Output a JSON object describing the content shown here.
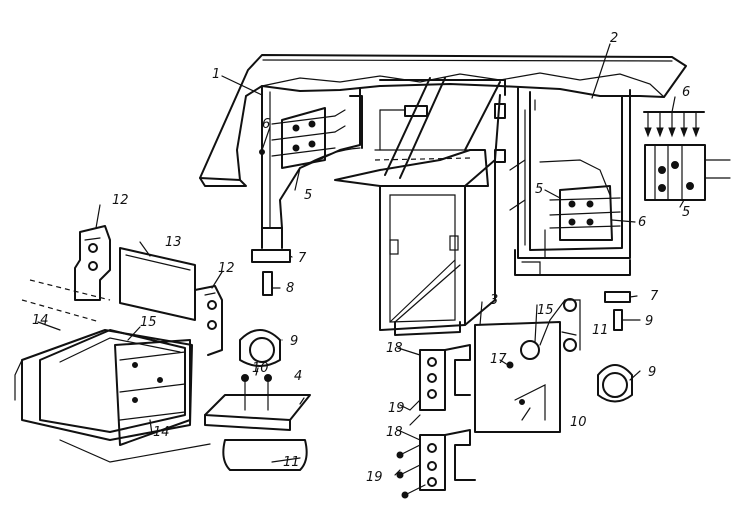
{
  "callouts": [
    {
      "id": "c1",
      "text": "1"
    },
    {
      "id": "c2",
      "text": "2"
    },
    {
      "id": "c3",
      "text": "3"
    },
    {
      "id": "c4",
      "text": "4"
    },
    {
      "id": "c5a",
      "text": "5"
    },
    {
      "id": "c5b",
      "text": "5"
    },
    {
      "id": "c5c",
      "text": "5"
    },
    {
      "id": "c6a",
      "text": "6"
    },
    {
      "id": "c6b",
      "text": "6"
    },
    {
      "id": "c6c",
      "text": "6"
    },
    {
      "id": "c7a",
      "text": "7"
    },
    {
      "id": "c7b",
      "text": "7"
    },
    {
      "id": "c8",
      "text": "8"
    },
    {
      "id": "c9a",
      "text": "9"
    },
    {
      "id": "c9b",
      "text": "9"
    },
    {
      "id": "c9c",
      "text": "9"
    },
    {
      "id": "c10a",
      "text": "10"
    },
    {
      "id": "c10b",
      "text": "10"
    },
    {
      "id": "c11a",
      "text": "11"
    },
    {
      "id": "c11b",
      "text": "11"
    },
    {
      "id": "c12a",
      "text": "12"
    },
    {
      "id": "c12b",
      "text": "12"
    },
    {
      "id": "c13",
      "text": "13"
    },
    {
      "id": "c14a",
      "text": "14"
    },
    {
      "id": "c14b",
      "text": "14"
    },
    {
      "id": "c15a",
      "text": "15"
    },
    {
      "id": "c15b",
      "text": "15"
    },
    {
      "id": "c17",
      "text": "17"
    },
    {
      "id": "c18a",
      "text": "18"
    },
    {
      "id": "c18b",
      "text": "18"
    },
    {
      "id": "c19a",
      "text": "19"
    },
    {
      "id": "c19b",
      "text": "19"
    }
  ]
}
